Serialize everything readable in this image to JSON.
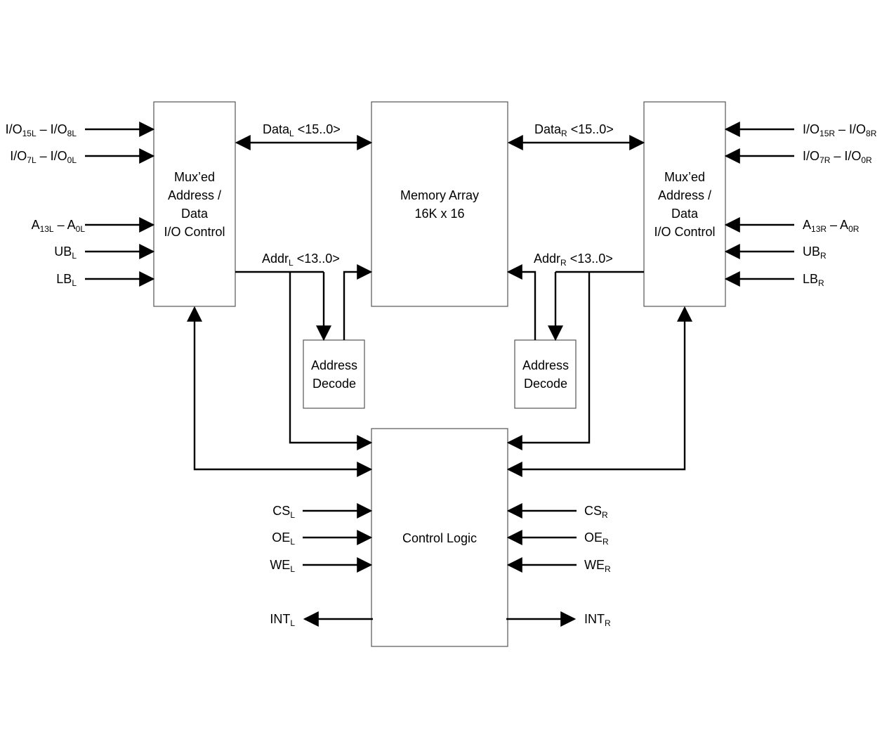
{
  "blocks": {
    "mux_left": [
      "Mux’ed",
      "Address /",
      "Data",
      "I/O Control"
    ],
    "memory": [
      "Memory Array",
      "16K x 16"
    ],
    "mux_right": [
      "Mux’ed",
      "Address /",
      "Data",
      "I/O Control"
    ],
    "decode_left": [
      "Address",
      "Decode"
    ],
    "decode_right": [
      "Address",
      "Decode"
    ],
    "control": [
      "Control Logic"
    ]
  },
  "signals": {
    "io_hi_l": [
      [
        "I/O",
        ""
      ],
      [
        "15L",
        "sub"
      ],
      [
        " – I/O",
        ""
      ],
      [
        "8L",
        "sub"
      ]
    ],
    "io_lo_l": [
      [
        "I/O",
        ""
      ],
      [
        "7L",
        "sub"
      ],
      [
        " – I/O",
        ""
      ],
      [
        "0L",
        "sub"
      ]
    ],
    "addr_l": [
      [
        "A",
        ""
      ],
      [
        "13L",
        "sub"
      ],
      [
        " – A",
        ""
      ],
      [
        "0L",
        "sub"
      ]
    ],
    "ub_l": [
      [
        "UB",
        ""
      ],
      [
        "L",
        "sub"
      ]
    ],
    "lb_l": [
      [
        "LB",
        ""
      ],
      [
        "L",
        "sub"
      ]
    ],
    "io_hi_r": [
      [
        "I/O",
        ""
      ],
      [
        "15R",
        "sub"
      ],
      [
        " – I/O",
        ""
      ],
      [
        "8R",
        "sub"
      ]
    ],
    "io_lo_r": [
      [
        "I/O",
        ""
      ],
      [
        "7R",
        "sub"
      ],
      [
        " – I/O",
        ""
      ],
      [
        "0R",
        "sub"
      ]
    ],
    "addr_r": [
      [
        "A",
        ""
      ],
      [
        "13R",
        "sub"
      ],
      [
        " – A",
        ""
      ],
      [
        "0R",
        "sub"
      ]
    ],
    "ub_r": [
      [
        "UB",
        ""
      ],
      [
        "R",
        "sub"
      ]
    ],
    "lb_r": [
      [
        "LB",
        ""
      ],
      [
        "R",
        "sub"
      ]
    ],
    "data_bus_l": [
      [
        "Data",
        ""
      ],
      [
        "L",
        "sub"
      ],
      [
        " <15..0>",
        ""
      ]
    ],
    "data_bus_r": [
      [
        "Data",
        ""
      ],
      [
        "R",
        "sub"
      ],
      [
        " <15..0>",
        ""
      ]
    ],
    "addr_bus_l": [
      [
        "Addr",
        ""
      ],
      [
        "L",
        "sub"
      ],
      [
        " <13..0>",
        ""
      ]
    ],
    "addr_bus_r": [
      [
        "Addr",
        ""
      ],
      [
        "R",
        "sub"
      ],
      [
        " <13..0>",
        ""
      ]
    ],
    "cs_l": [
      [
        "CS",
        ""
      ],
      [
        "L",
        "sub"
      ]
    ],
    "oe_l": [
      [
        "OE",
        ""
      ],
      [
        "L",
        "sub"
      ]
    ],
    "we_l": [
      [
        "WE",
        ""
      ],
      [
        "L",
        "sub"
      ]
    ],
    "int_l": [
      [
        "INT",
        ""
      ],
      [
        "L",
        "sub"
      ]
    ],
    "cs_r": [
      [
        "CS",
        ""
      ],
      [
        "R",
        "sub"
      ]
    ],
    "oe_r": [
      [
        "OE",
        ""
      ],
      [
        "R",
        "sub"
      ]
    ],
    "we_r": [
      [
        "WE",
        ""
      ],
      [
        "R",
        "sub"
      ]
    ],
    "int_r": [
      [
        "INT",
        ""
      ],
      [
        "R",
        "sub"
      ]
    ]
  }
}
